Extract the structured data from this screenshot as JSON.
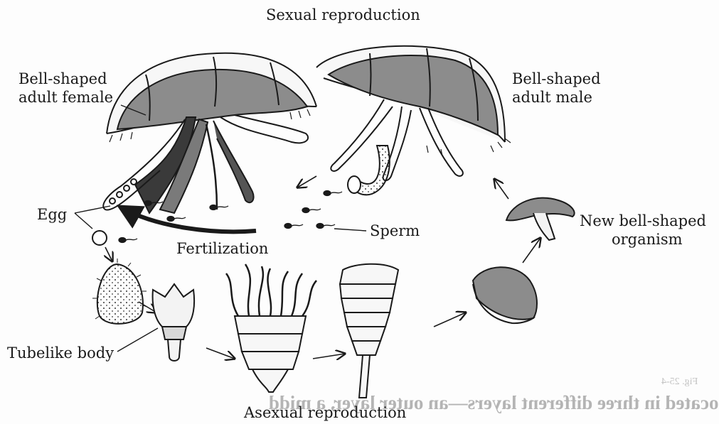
{
  "labels": {
    "title_top": "Sexual reproduction",
    "title_bottom": "Asexual reproduction",
    "adult_female_line1": "Bell-shaped",
    "adult_female_line2": "adult female",
    "adult_male_line1": "Bell-shaped",
    "adult_male_line2": "adult male",
    "egg": "Egg",
    "sperm": "Sperm",
    "fertilization": "Fertilization",
    "new_org_line1": "New bell-shaped",
    "new_org_line2": "organism",
    "tubelike": "Tubelike body"
  },
  "bleed_through": {
    "line1": "located in three different layers—an outer layer, a middle layer",
    "fig": "Fig. 25-4"
  },
  "colors": {
    "ink": "#1a1a1a",
    "gonad_gray": "#8c8c8c",
    "dark_fill": "#3a3a3a"
  }
}
